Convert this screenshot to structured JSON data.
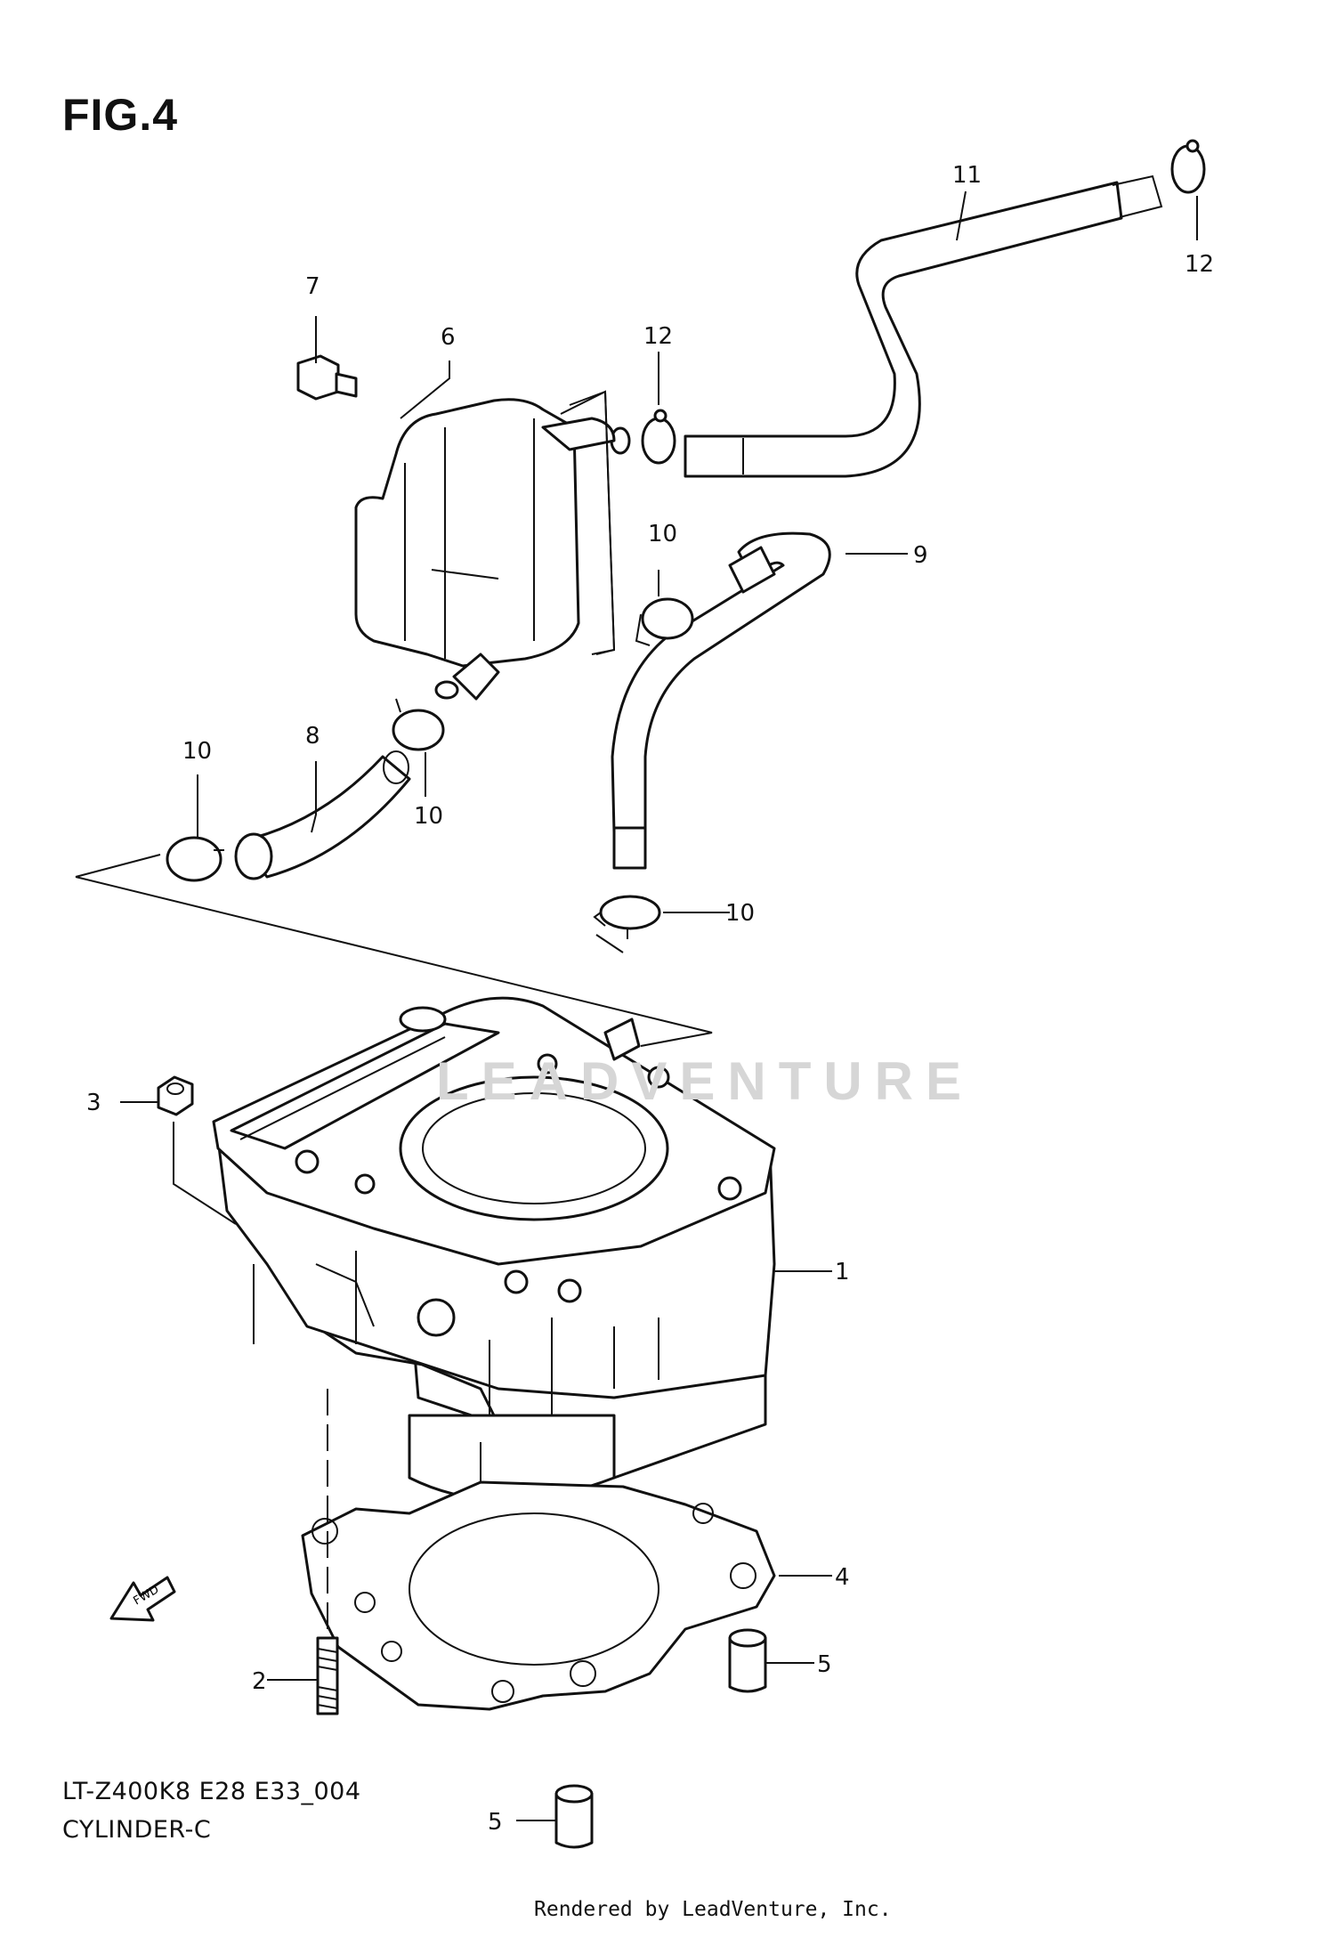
{
  "figure": {
    "title": "FIG.4",
    "model_code": "LT-Z400K8 E28 E33_004",
    "section": "CYLINDER-C",
    "credit": "Rendered by LeadVenture, Inc.",
    "watermark": "LEADVENTURE",
    "fwd_label": "FWD"
  },
  "callouts": {
    "c1": "1",
    "c2": "2",
    "c3": "3",
    "c4": "4",
    "c5a": "5",
    "c5b": "5",
    "c6": "6",
    "c7": "7",
    "c8": "8",
    "c9": "9",
    "c10a": "10",
    "c10b": "10",
    "c10c": "10",
    "c10d": "10",
    "c11": "11",
    "c12a": "12",
    "c12b": "12"
  }
}
